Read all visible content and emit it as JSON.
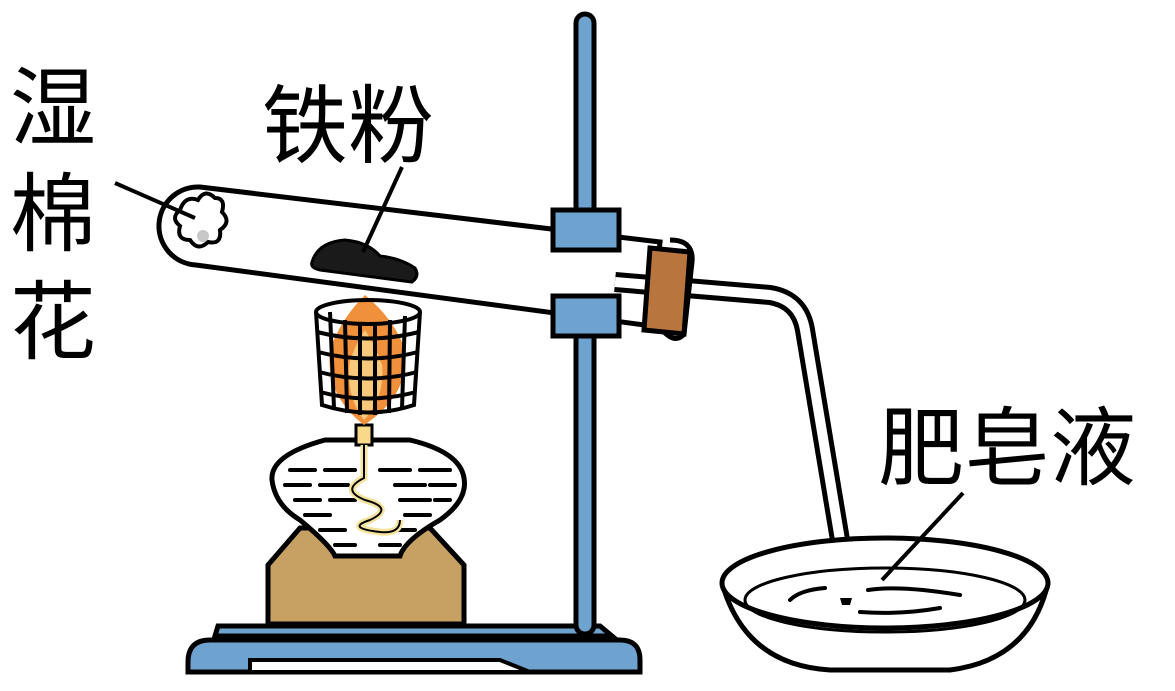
{
  "labels": {
    "wet_cotton": [
      "湿",
      "棉",
      "花"
    ],
    "iron_powder": "铁粉",
    "soap_solution": "肥皂液"
  },
  "colors": {
    "stand_blue": "#6fa3cf",
    "clamp_blue": "#6fa3cf",
    "stopper_brown": "#b8753e",
    "block_tan": "#c7a064",
    "flame_orange": "#f0903a",
    "flame_yellow": "#f8c97a",
    "iron_black": "#1a1a1a",
    "outline": "#000000"
  }
}
